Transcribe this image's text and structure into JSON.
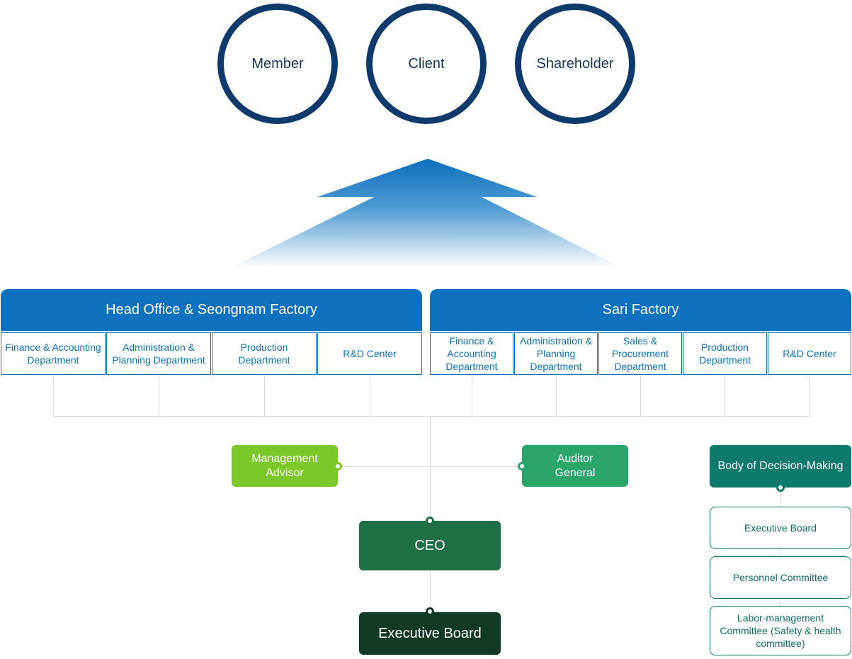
{
  "stakeholders": [
    "Member",
    "Client",
    "Shareholder"
  ],
  "head_office": {
    "title": "Head Office & Seongnam Factory",
    "departments": [
      "Finance & Accounting Department",
      "Administration & Planning Department",
      "Production Department",
      "R&D Center"
    ]
  },
  "sari_factory": {
    "title": "Sari Factory",
    "departments": [
      "Finance & Accounting Department",
      "Administration & Planning Department",
      "Sales & Procurement Department",
      "Production Department",
      "R&D Center"
    ]
  },
  "management_advisor": "Management Advisor",
  "auditor_general": "Auditor General",
  "ceo": "CEO",
  "executive_board": "Executive Board",
  "decision_body": {
    "title": "Body of Decision-Making",
    "items": [
      "Executive Board",
      "Personnel Committee",
      "Labor-management Committee (Safety & health committee)"
    ]
  },
  "colors": {
    "navy": "#0d3a6b",
    "blue": "#0c72bf",
    "lime": "#7cc72a",
    "green": "#2aa56b",
    "dark_green": "#1e6f46",
    "darkest_green": "#103a24",
    "teal": "#0e7a6b"
  }
}
